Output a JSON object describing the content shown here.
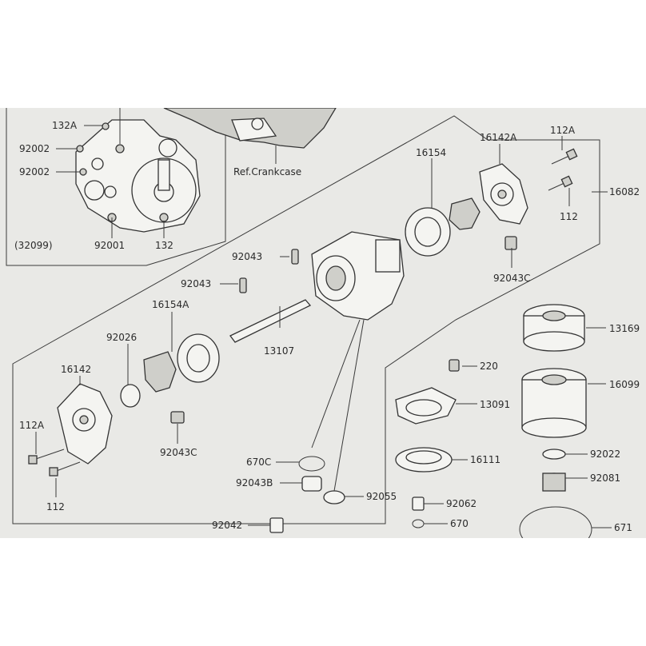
{
  "labels": {
    "l_132A": "132A",
    "l_92002a": "92002",
    "l_92002b": "92002",
    "l_32099": "(32099)",
    "l_92001": "92001",
    "l_132": "132",
    "l_ref": "Ref.Crankcase",
    "l_16154": "16154",
    "l_16142A": "16142A",
    "l_112A_top": "112A",
    "l_16082": "16082",
    "l_112_top": "112",
    "l_92043C_top": "92043C",
    "l_92043_a": "92043",
    "l_92043_b": "92043",
    "l_16154A": "16154A",
    "l_92026": "92026",
    "l_16142": "16142",
    "l_13107": "13107",
    "l_112A_left": "112A",
    "l_92043C_low": "92043C",
    "l_112_left": "112",
    "l_220": "220",
    "l_13091": "13091",
    "l_13169": "13169",
    "l_16099": "16099",
    "l_670C": "670C",
    "l_16111": "16111",
    "l_92022": "92022",
    "l_92043B": "92043B",
    "l_92055": "92055",
    "l_92081": "92081",
    "l_92062": "92062",
    "l_92042": "92042",
    "l_670": "670",
    "l_671": "671"
  }
}
